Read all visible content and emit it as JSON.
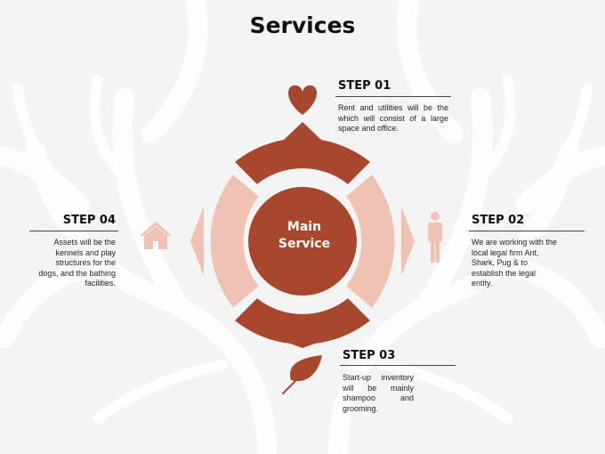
{
  "title": "Services",
  "center": {
    "line1": "Main",
    "line2": "Service"
  },
  "steps": [
    {
      "label": "STEP 01",
      "text": "Rent and utilities will be the which will consist of a large space and office.",
      "icon": "heart-icon"
    },
    {
      "label": "STEP 02",
      "text": "We are working with the local legal firm Ant, Shark, Pug & to establish the legal entity.",
      "icon": "person-icon"
    },
    {
      "label": "STEP 03",
      "text": "Start-up inventory will be mainly shampoo and grooming.",
      "icon": "leaf-icon"
    },
    {
      "label": "STEP 04",
      "text": "Assets will be the kennels and play structures for the dogs, and the bathing facilities.",
      "icon": "house-icon"
    }
  ],
  "colors": {
    "dark": "#a8472e",
    "light": "#efc2b4",
    "background": "#f4f4f4"
  }
}
